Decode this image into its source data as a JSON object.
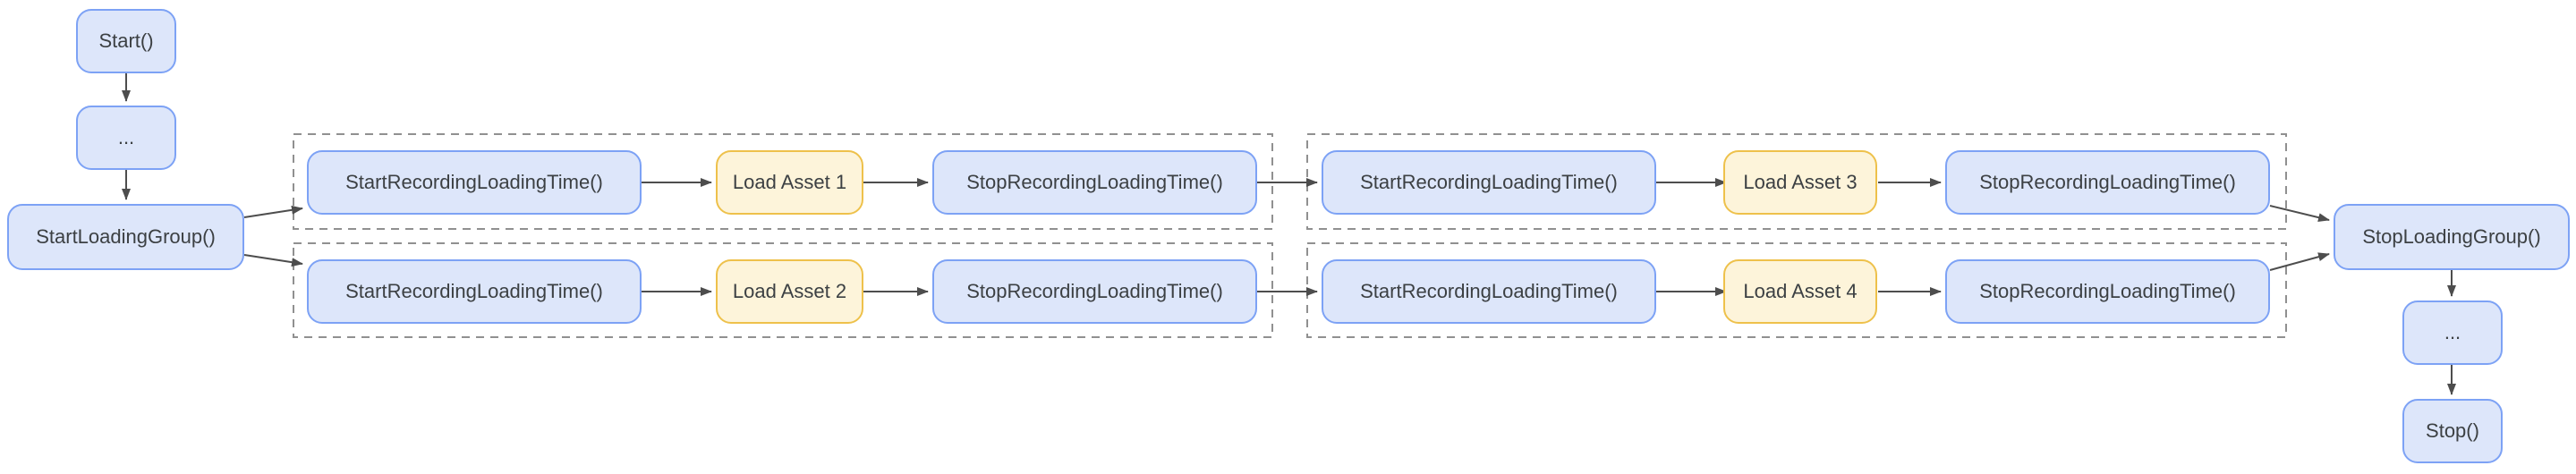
{
  "colors": {
    "node_fill_blue": "#dde6fa",
    "node_border_blue": "#7da2f5",
    "node_fill_yellow": "#fdf4da",
    "node_border_yellow": "#eec14b",
    "edge_color": "#4d4d4d",
    "frame_dash": "#909090",
    "text_color": "#3c4043",
    "background": "#ffffff"
  },
  "nodes": {
    "start": "Start()",
    "ellipsis_left": "...",
    "start_loading_group": "StartLoadingGroup()",
    "g1r1_start": "StartRecordingLoadingTime()",
    "g1r1_load": "Load Asset 1",
    "g1r1_stop": "StopRecordingLoadingTime()",
    "g1r2_start": "StartRecordingLoadingTime()",
    "g1r2_load": "Load Asset 2",
    "g1r2_stop": "StopRecordingLoadingTime()",
    "g2r1_start": "StartRecordingLoadingTime()",
    "g2r1_load": "Load Asset 3",
    "g2r1_stop": "StopRecordingLoadingTime()",
    "g2r2_start": "StartRecordingLoadingTime()",
    "g2r2_load": "Load Asset 4",
    "g2r2_stop": "StopRecordingLoadingTime()",
    "stop_loading_group": "StopLoadingGroup()",
    "ellipsis_right": "...",
    "stop": "Stop()"
  }
}
